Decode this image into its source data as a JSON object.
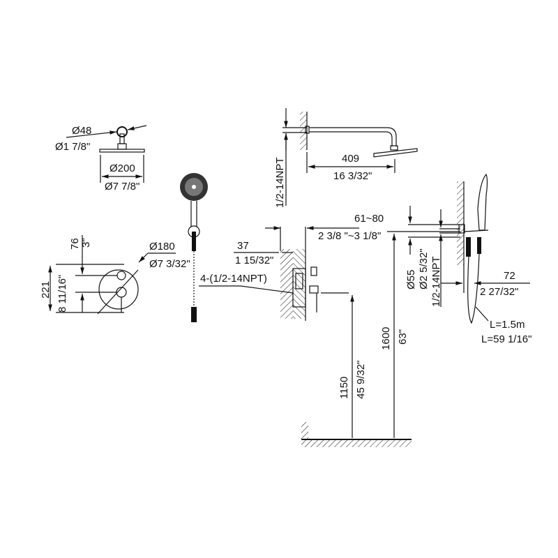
{
  "head_top_view": {
    "arm_dia_mm": "Ø48",
    "arm_dia_in": "Ø1 7/8\"",
    "head_dia_mm": "Ø200",
    "head_dia_in": "Ø7 7/8\""
  },
  "valve_plate": {
    "dia_mm": "Ø180",
    "dia_in": "Ø7 3/32\"",
    "height_mm": "221",
    "height_in": "8 11/16\"",
    "spacing_mm": "76",
    "spacing_in": "3\""
  },
  "valve_body": {
    "depth_mm": "37",
    "depth_in": "1 15/32\"",
    "ports": "4-(1/2-14NPT)",
    "wall_range_mm": "61~80",
    "wall_range_in": "2 3/8 \"~3 1/8\""
  },
  "shower_arm": {
    "thread": "1/2-14NPT",
    "length_mm": "409",
    "length_in": "16 3/32\""
  },
  "heights": {
    "valve_mm": "1150",
    "valve_in": "45 9/32\"",
    "arm_mm": "1600",
    "arm_in": "63\""
  },
  "hand_shower": {
    "outlet_dia_mm": "Ø55",
    "outlet_dia_in": "Ø2 5/32\"",
    "thread": "1/2-14NPT",
    "proj_mm": "72",
    "proj_in": "2 27/32\"",
    "hose_m": "L=1.5m",
    "hose_in": "L=59 1/16\""
  }
}
